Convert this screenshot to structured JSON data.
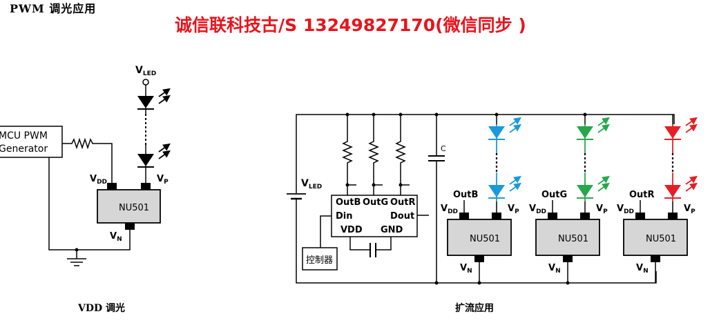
{
  "header": {
    "title": "PWM 调光应用",
    "contact": "诚信联科技古/S 13249827170(微信同步 )"
  },
  "left_circuit": {
    "caption": "VDD 调光",
    "mcu_box": {
      "line1": "MCU PWM",
      "line2": "Generator"
    },
    "vled_label": {
      "main": "V",
      "sub": "LED"
    },
    "chip_label": "NU501",
    "pins": {
      "vdd": {
        "main": "V",
        "sub": "DD"
      },
      "vp": {
        "main": "V",
        "sub": "P"
      },
      "vn": {
        "main": "V",
        "sub": "N"
      }
    }
  },
  "right_circuit": {
    "caption": "扩流应用",
    "vled_label": {
      "main": "V",
      "sub": "LED"
    },
    "capacitor_label": "C",
    "controller_label": "控制器",
    "driver_ic": {
      "outputs": [
        "OutB",
        "OutG",
        "OutR"
      ],
      "din": "Din",
      "dout": "Dout",
      "vdd": "VDD",
      "gnd": "GND"
    },
    "channels": [
      {
        "name": "blue",
        "out_label": "OutB",
        "chip_label": "NU501",
        "color": "#1a9ad9"
      },
      {
        "name": "green",
        "out_label": "OutG",
        "chip_label": "NU501",
        "color": "#25a84a"
      },
      {
        "name": "red",
        "out_label": "OutR",
        "chip_label": "NU501",
        "color": "#e51f25"
      }
    ],
    "pins": {
      "vdd": {
        "main": "V",
        "sub": "DD"
      },
      "vp": {
        "main": "V",
        "sub": "P"
      },
      "vn": {
        "main": "V",
        "sub": "N"
      }
    }
  }
}
